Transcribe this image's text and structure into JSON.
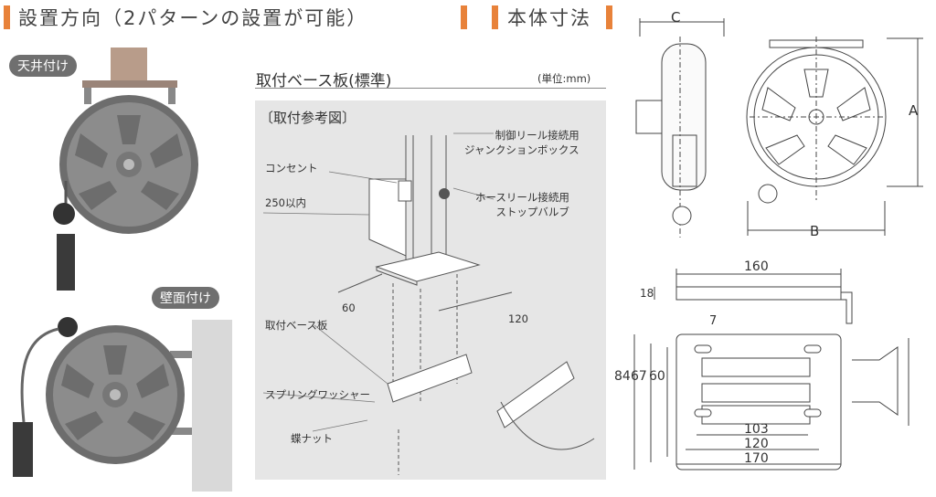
{
  "header": {
    "installation_title": "設置方向（2パターンの設置が可能）",
    "dimensions_title": "本体寸法",
    "accent_color": "#e8823a"
  },
  "badges": {
    "ceiling": "天井付け",
    "wall": "壁面付け"
  },
  "base_plate": {
    "title": "取付ベース板(標準)",
    "unit": "(単位:mm)"
  },
  "reference": {
    "title": "〔取付参考図〕",
    "labels": {
      "junction": "制御リール接続用\nジャンクションボックス",
      "outlet": "コンセント",
      "within250": "250以内",
      "stop_valve": "ホースリール接続用\nストップバルブ",
      "dim60": "60",
      "dim120": "120",
      "base_plate": "取付ベース板",
      "washer": "スプリングワッシャー",
      "wing_nut": "蝶ナット"
    }
  },
  "dims": {
    "C": "C",
    "A": "A",
    "B": "B",
    "d160": "160",
    "d18": "18",
    "d7": "7",
    "d84": "84",
    "d67": "67",
    "d60": "60",
    "d103": "103",
    "d120": "120",
    "d170": "170"
  }
}
